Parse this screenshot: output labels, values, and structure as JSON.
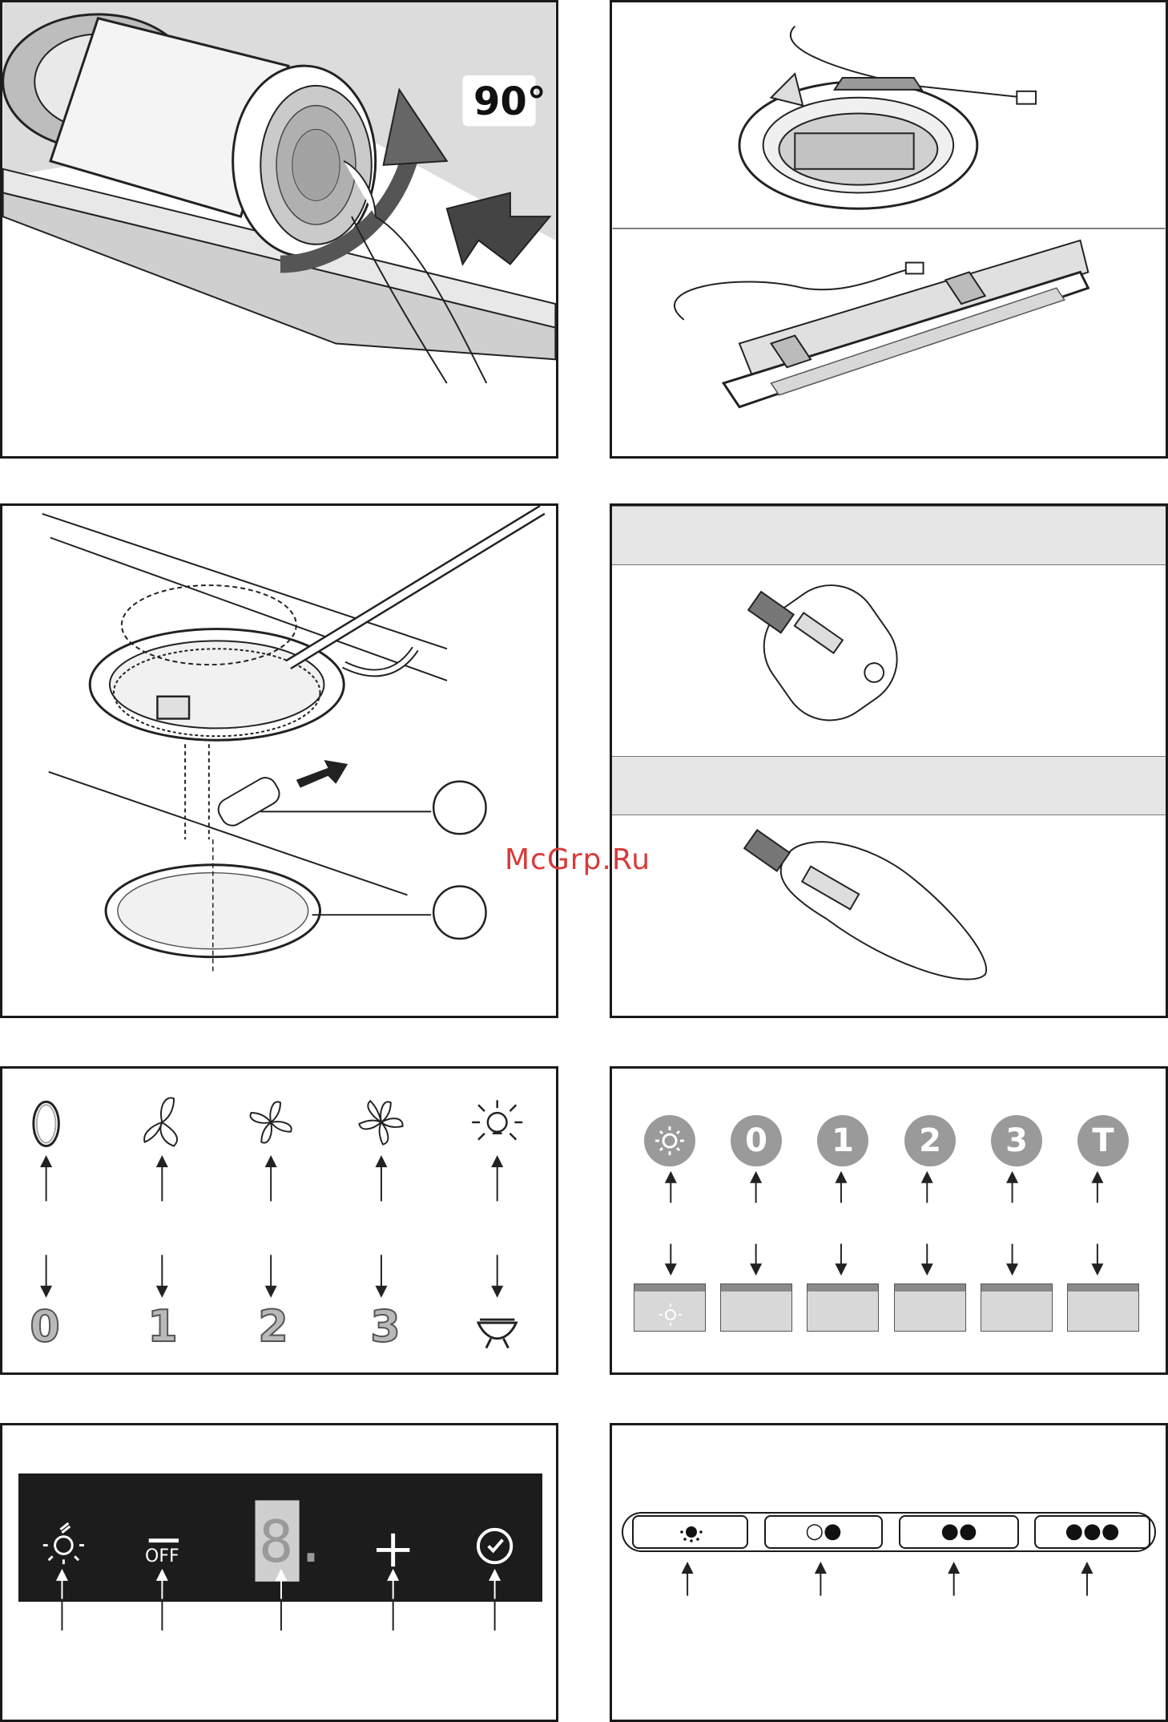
{
  "figures": {
    "fig1": {
      "rotation_label": "90°"
    },
    "fig5": {
      "fan_icons": [
        "zero-symbol-icon",
        "fan-2-blade-icon",
        "fan-3-blade-icon",
        "fan-5-blade-icon",
        "light-icon"
      ],
      "levels": [
        "0",
        "1",
        "2",
        "3"
      ],
      "light_symbol": "lamp-dish-icon"
    },
    "fig6": {
      "buttons": [
        "light-icon",
        "0",
        "1",
        "2",
        "3",
        "T"
      ]
    },
    "fig7": {
      "off_label": "OFF",
      "display_digit": "8."
    },
    "fig8": {
      "pills": [
        "light-icon",
        "○●",
        "●●",
        "●●●"
      ]
    }
  },
  "watermark": "McGrp.Ru",
  "colors": {
    "outline": "#1a1a1a",
    "gray_button": "#9a9a9a",
    "band": "#e6e6e6",
    "watermark": "#d83a3a"
  }
}
